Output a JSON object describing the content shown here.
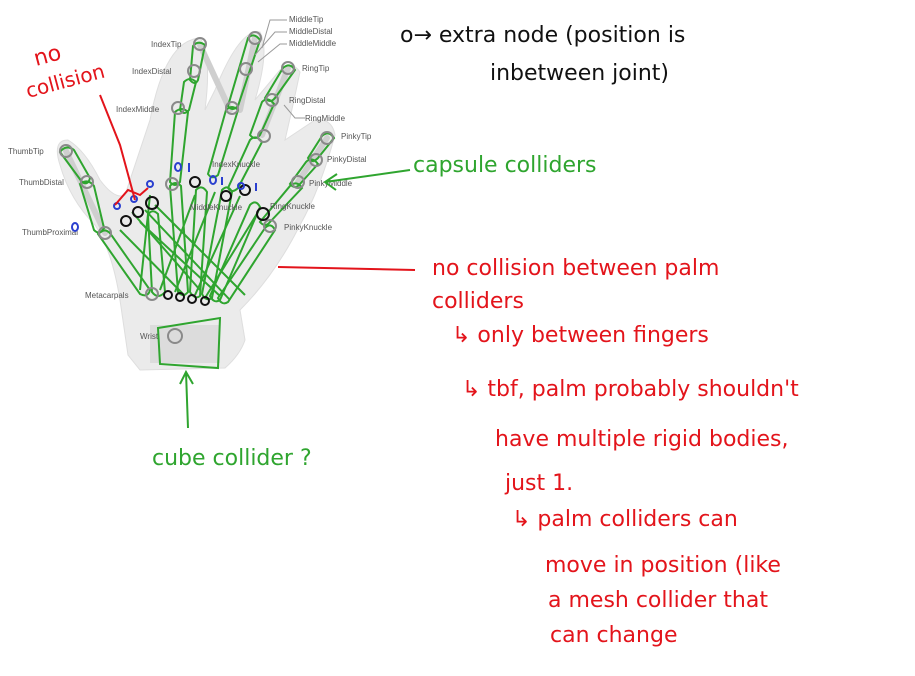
{
  "joints": {
    "IndexTip": "IndexTip",
    "IndexDistal": "IndexDistal",
    "IndexMiddle": "IndexMiddle",
    "IndexKnuckle": "IndexKnuckle",
    "MiddleTip": "MiddleTip",
    "MiddleDistal": "MiddleDistal",
    "MiddleMiddle": "MiddleMiddle",
    "MiddleKnuckle": "MiddleKnuckle",
    "RingTip": "RingTip",
    "RingDistal": "RingDistal",
    "RingMiddle": "RingMiddle",
    "RingKnuckle": "RingKnuckle",
    "PinkyTip": "PinkyTip",
    "PinkyDistal": "PinkyDistal",
    "PinkyMiddle": "PinkyMiddle",
    "PinkyKnuckle": "PinkyKnuckle",
    "ThumbTip": "ThumbTip",
    "ThumbDistal": "ThumbDistal",
    "ThumbProximal": "ThumbProximal",
    "Metacarpals": "Metacarpals",
    "Wrist": "Wrist"
  },
  "annotations": {
    "no_collision_1": "no",
    "no_collision_2": "collision",
    "extra_node_1": "o→ extra node (position is",
    "extra_node_2": "inbetween joint)",
    "capsule_colliders": "capsule colliders",
    "cube_collider": "cube collider ?",
    "palm_1": "no collision between palm",
    "palm_2": "colliders",
    "palm_3": "↳ only between fingers",
    "palm_4": "↳ tbf, palm probably shouldn't",
    "palm_5": "have multiple rigid bodies,",
    "palm_6": "just 1.",
    "palm_7": "↳ palm colliders can",
    "palm_8": "move in position (like",
    "palm_9": "a mesh collider that",
    "palm_10": "can change"
  },
  "colors": {
    "red": "#e3141b",
    "green": "#2fa52f",
    "black": "#111111",
    "blue": "#2a3fcf",
    "hand_fill": "#e6e6e6",
    "joint_gray": "#8a8a8a"
  }
}
